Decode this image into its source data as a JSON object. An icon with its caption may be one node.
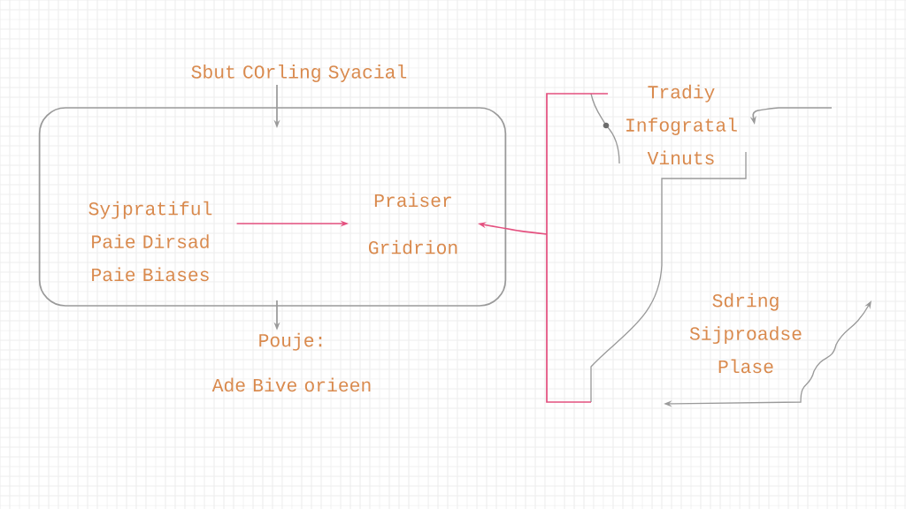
{
  "diagram": {
    "nodes": [
      {
        "text": [],
        "shape": "box"
      },
      {
        "text": [
          "Syjpratiful Paie Dirsad Paie Biases"
        ],
        "in": 0
      },
      {
        "text": [
          "Praiser Gridrion"
        ],
        "in": 0
      },
      {
        "text": [
          "Sbut COrling Syacial"
        ]
      },
      {
        "text": [
          "Pouje:",
          "Ade Bive orieen"
        ]
      },
      {
        "text": [
          "Tradiy Infogratal Vinuts"
        ]
      },
      {
        "text": [
          "Sdring Sijproadse Plase"
        ]
      }
    ],
    "edges": [
      {
        "from": 1,
        "to": 2,
        "arrow": "to",
        "color": "#e4507f"
      },
      {
        "from": 3,
        "to": 0,
        "arrow": "to"
      },
      {
        "from": 0,
        "to": 4,
        "arrow": "to"
      },
      {
        "from": 5,
        "to": 2,
        "arrow": "to",
        "color": "#e4507f"
      },
      {
        "from": null,
        "to": 5,
        "arrow": "to"
      }
    ]
  }
}
